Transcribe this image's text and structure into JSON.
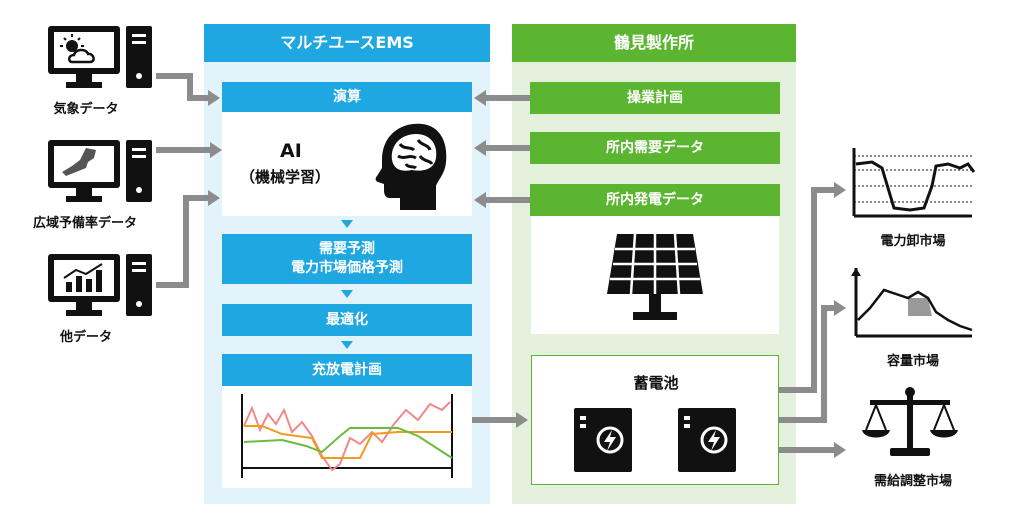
{
  "inputs": {
    "weather": "気象データ",
    "reserve": "広域予備率データ",
    "other": "他データ"
  },
  "ems": {
    "title": "マルチユースEMS",
    "compute": "演算",
    "ai_line1": "AI",
    "ai_line2": "（機械学習）",
    "forecast_line1": "需要予測",
    "forecast_line2": "電力市場価格予測",
    "optimize": "最適化",
    "plan": "充放電計画"
  },
  "plant": {
    "title": "鶴見製作所",
    "ops_plan": "操業計画",
    "demand_data": "所内需要データ",
    "gen_data": "所内発電データ",
    "battery": "蓄電池"
  },
  "markets": {
    "wholesale": "電力卸市場",
    "capacity": "容量市場",
    "balancing": "需給調整市場"
  },
  "colors": {
    "blue_header": "#1ea7e1",
    "green_header": "#5cb531",
    "arrow": "#8c8c8c"
  }
}
